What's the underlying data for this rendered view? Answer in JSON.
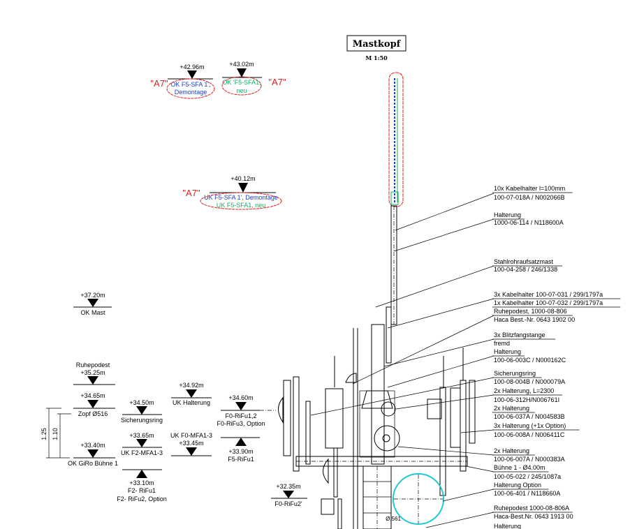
{
  "title": {
    "name": "Mastkopf",
    "scale": "M  1:50"
  },
  "revision_tag": "\"A7\"",
  "revision_clouds": [
    {
      "level": "+42.96m",
      "lines": [
        "OK F5-SFA 1',",
        "Demontage"
      ]
    },
    {
      "level": "+43.02m",
      "lines": [
        "OK 'F5-SFA1,",
        "neu"
      ]
    },
    {
      "level": "+40.12m",
      "lines": [
        "UK F5-SFA 1', Demontage",
        "UK F5-SFA1, neu"
      ]
    }
  ],
  "levels": {
    "ok_mast": {
      "value": "+37.20m",
      "label": "OK Mast"
    },
    "ruhepodest": {
      "value": "+35.25m",
      "label": "Ruhepodest"
    },
    "zopf": {
      "value": "+34.65m",
      "label": "Zopf Ø516"
    },
    "giro": {
      "value": "+33.40m",
      "label": "OK GiRo Bühne 1"
    },
    "sicherungsring": {
      "value": "+34.50m",
      "label": "Sicherungsring"
    },
    "uk_f2": {
      "value": "+33.65m",
      "label": "UK F2-MFA1-3"
    },
    "f2_rifu": {
      "value": "+33.10m",
      "label1": "F2- RiFu1",
      "label2": "F2- RiFu2, Option"
    },
    "uk_halterung": {
      "value": "+34.92m",
      "label": "UK Halterung"
    },
    "uk_f0": {
      "value": "+33.45m",
      "label": "UK F0-MFA1-3"
    },
    "f0_rifu": {
      "value": "+34.60m",
      "label1": "F0-RiFu1,2",
      "label2": "F0-RiFu3, Option"
    },
    "f5_rifu": {
      "value": "+33.90m",
      "label": "F5-RiFu1"
    },
    "f0_rifu2": {
      "value": "+32.35m",
      "label": "F0-RiFu2'"
    }
  },
  "dimensions": {
    "outer": "1.25",
    "inner": "1.10",
    "diameter": "Ø.561"
  },
  "callouts": [
    "10x Kabelhalter l=100mm",
    "100-07-018A / N002066B",
    "Halterung",
    "1000-06-114 / N118600A",
    "Stahlrohraufsatzmast",
    "100-04-258 / 246/1338",
    "3x Kabelhalter 100-07-031 / 299/1797a",
    "1x Kabelhalter 100-07-032 / 299/1797a",
    "Ruhepodest, 1000-08-806",
    "Haca Best.-Nr. 0643 1902 00",
    "3x Blitzfangstange",
    "fremd",
    "Halterung",
    "100-06-003C / N000162C",
    "Sicherungsring",
    "100-08-004B / N000079A",
    "2x Halterung, L=2300",
    "100-06-312H/N006761I",
    "2x Halterung",
    "100-06-037A / N004583B",
    "3x Halterung (+1x Option)",
    "100-06-008A / N006411C",
    "2x Halterung",
    "100-06-007A / N000383A",
    "Bühne 1 - Ø4.00m",
    "100-05-022 / 245/1087a",
    "Halterung Option",
    "100-06-401 / N118660A",
    "Ruhepodest 1000-08-806A",
    "Haca-Best.Nr. 0643 1913 00",
    "Halterung"
  ]
}
